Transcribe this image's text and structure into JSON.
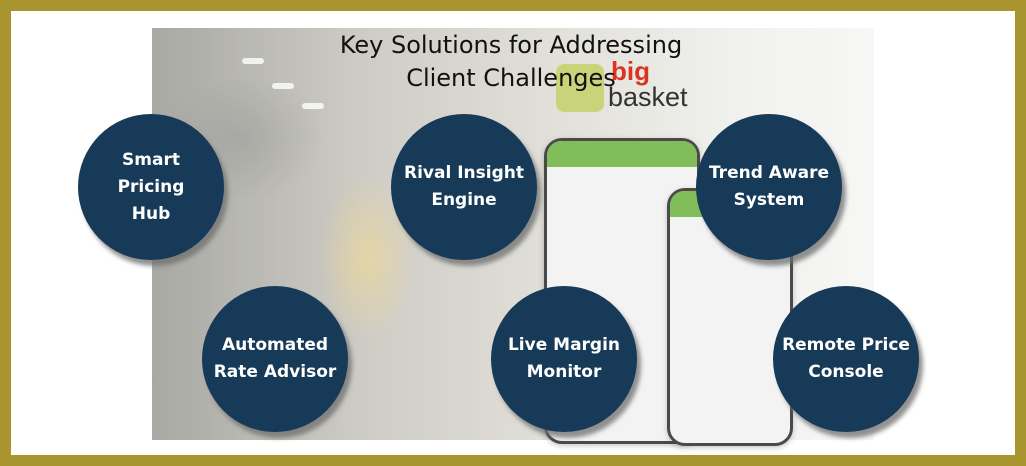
{
  "title": "Key Solutions for Addressing\nClient Challenges",
  "logo": {
    "big": "big",
    "basket": "basket"
  },
  "solutions": [
    {
      "label": "Smart Pricing\nHub"
    },
    {
      "label": "Rival Insight\nEngine"
    },
    {
      "label": "Trend Aware\nSystem"
    },
    {
      "label": "Automated\nRate Advisor"
    },
    {
      "label": "Live Margin\nMonitor"
    },
    {
      "label": "Remote Price\nConsole"
    }
  ],
  "colors": {
    "frame": "#a89530",
    "circle": "#163a57",
    "circle_text": "#ffffff",
    "title": "#111111"
  }
}
